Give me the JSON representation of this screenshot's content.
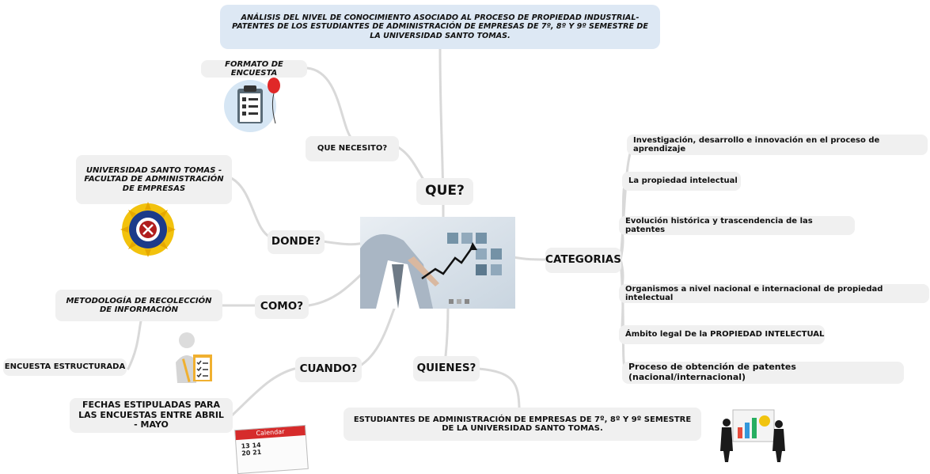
{
  "title": "ANÁLISIS DEL NIVEL DE CONOCIMIENTO ASOCIADO AL PROCESO DE PROPIEDAD INDUSTRIAL-PATENTES DE LOS ESTUDIANTES DE ADMINISTRACIÓN DE EMPRESAS DE 7º, 8º Y 9º SEMESTRE DE LA UNIVERSIDAD SANTO TOMAS.",
  "nodes": {
    "que": "QUE?",
    "que_necesito": "QUE NECESITO?",
    "formato": "FORMATO DE ENCUESTA",
    "donde": "DONDE?",
    "universidad": "UNIVERSIDAD SANTO TOMAS - FACULTAD DE ADMINISTRACIÓN DE EMPRESAS",
    "como": "COMO?",
    "metodologia": "METODOLOGÍA DE RECOLECCIÓN DE INFORMACIÓN",
    "encuesta": "ENCUESTA ESTRUCTURADA",
    "cuando": "CUANDO?",
    "fechas": "FECHAS ESTIPULADAS PARA LAS ENCUESTAS ENTRE ABRIL - MAYO",
    "quienes": "QUIENES?",
    "estudiantes": "ESTUDIANTES DE ADMINISTRACIÓN DE EMPRESAS DE 7º, 8º Y 9º SEMESTRE DE LA UNIVERSIDAD SANTO TOMAS.",
    "categorias": "CATEGORIAS"
  },
  "categorias": [
    "Investigación, desarrollo e innovación en el proceso de aprendizaje",
    "La propiedad intelectual",
    "Evolución histórica y trascendencia de las patentes",
    "Organismos a nivel nacional e internacional de propiedad intelectual",
    "Ámbito legal De la PROPIEDAD INTELECTUAL",
    "Proceso de obtención de patentes (nacional/internacional)"
  ],
  "calendar": {
    "header": "Calendar",
    "days": [
      "13",
      "14",
      "20",
      "21"
    ]
  },
  "colors": {
    "node_bg": "#f0f0f0",
    "title_bg": "#dde8f4",
    "connector": "#d9d9d9"
  },
  "icons": [
    "clipboard-icon",
    "balloon-icon",
    "university-seal-icon",
    "person-checklist-icon",
    "calendar-icon",
    "presentation-icon",
    "business-chart-image"
  ]
}
